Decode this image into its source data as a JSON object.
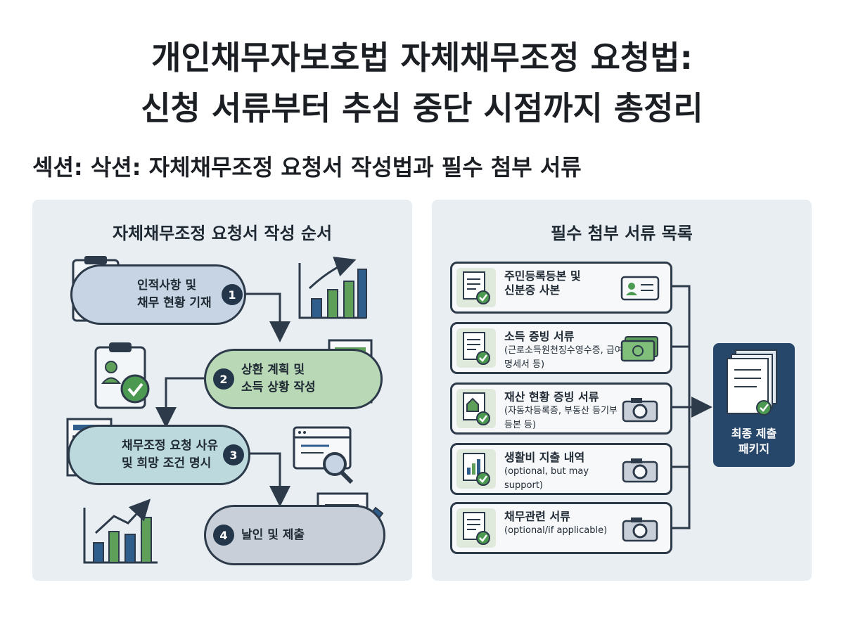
{
  "title": {
    "line1": "개인채무자보호법 자체채무조정 요청법:",
    "line2": "신청 서류부터 추심 중단 시점까지 총정리"
  },
  "section": "섹션:  삭션: 자체채무조정 요청서 작성법과 필수 첨부 서류",
  "left_panel": {
    "title": "자체채무조정 요청서 작성 순서",
    "steps": [
      {
        "num": "1",
        "line1": "인적사항 및",
        "line2": "채무 현황 기재"
      },
      {
        "num": "2",
        "line1": "상환 계획 및",
        "line2": "소득 상황 작성"
      },
      {
        "num": "3",
        "line1": "채무조정 요청 사유",
        "line2": "및 희망 조건 명시"
      },
      {
        "num": "4",
        "line1": "날인 및 제출",
        "line2": ""
      }
    ]
  },
  "right_panel": {
    "title": "필수 첨부 서류 목록",
    "documents": [
      {
        "main": "주민등록등본 및",
        "sub": "신분증 사본",
        "icon": "id-card-icon"
      },
      {
        "main": "소득 증빙 서류",
        "sub": "(근로소득원천징수영수증, 급여명세서 등)",
        "icon": "money-icon"
      },
      {
        "main": "재산 현황 증빙 서류",
        "sub": "(자동차등록증, 부동산 등기부등본 등)",
        "icon": "camera-icon"
      },
      {
        "main": "생활비 지출 내역",
        "sub": "(optional, but may support)",
        "icon": "camera-icon"
      },
      {
        "main": "채무관련 서류",
        "sub": "(optional/if applicable)",
        "icon": "camera-icon"
      }
    ],
    "final": {
      "line1": "최종 제출",
      "line2": "패키지"
    }
  },
  "colors": {
    "navy": "#24364a",
    "step_blue": "#c6d4e3",
    "step_green": "#b9d8b6",
    "step_teal": "#bcd9dd",
    "step_gray": "#c9cfd8",
    "check_green": "#4c9a52",
    "bar_blue": "#2f5d8c",
    "bar_green": "#5e9f5a",
    "final_box": "#27476a"
  }
}
